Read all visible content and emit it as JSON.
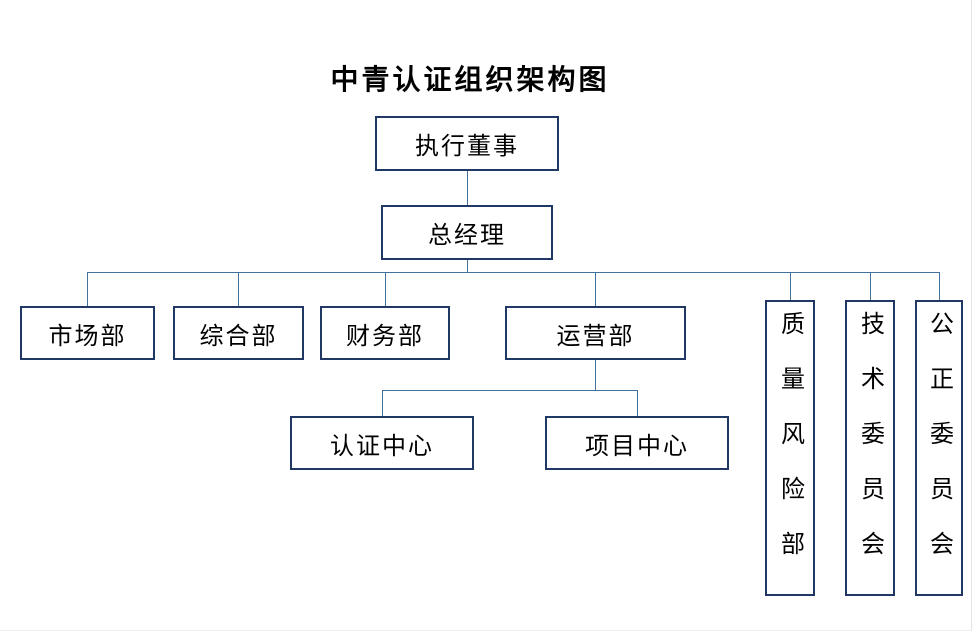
{
  "title": "中青认证组织架构图",
  "colors": {
    "box_border": "#1f3864",
    "connector": "#41719c",
    "text": "#000000",
    "background": "#ffffff"
  },
  "nodes": {
    "executive_director": {
      "label": "执行董事"
    },
    "general_manager": {
      "label": "总经理"
    },
    "marketing_dept": {
      "label": "市场部"
    },
    "general_affairs_dept": {
      "label": "综合部"
    },
    "finance_dept": {
      "label": "财务部"
    },
    "operations_dept": {
      "label": "运营部"
    },
    "certification_center": {
      "label": "认证中心"
    },
    "project_center": {
      "label": "项目中心"
    },
    "quality_risk_dept": {
      "label": "质量风险部"
    },
    "technical_committee": {
      "label": "技术委员会"
    },
    "impartiality_committee": {
      "label": "公正委员会"
    }
  }
}
